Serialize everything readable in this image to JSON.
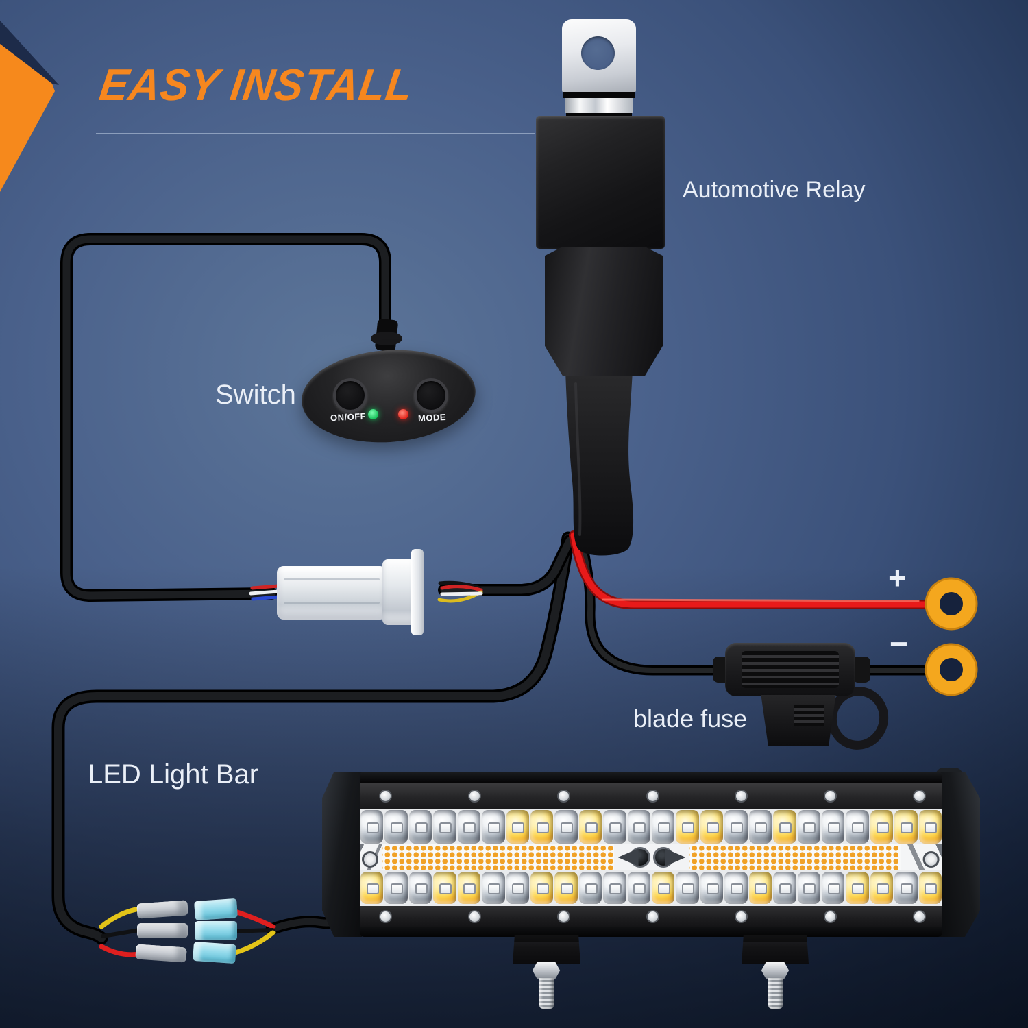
{
  "title": {
    "text": "EASY INSTALL",
    "color": "#f6871f"
  },
  "components": {
    "relay": {
      "label": "Automotive Relay"
    },
    "switch": {
      "label": "Switch",
      "button_left_label": "ON/OFF",
      "button_right_label": "MODE",
      "led_left_color": "#19c35c",
      "led_right_color": "#e2231a"
    },
    "connector": {
      "type": "2-pin quick connector"
    },
    "power": {
      "positive_symbol": "+",
      "negative_symbol": "−",
      "ring_terminal_color": "#f4a71e",
      "positive_wire_color": "#e81a1a",
      "negative_wire_color": "#0e0f11"
    },
    "fuse": {
      "label": "blade fuse"
    },
    "led_bar": {
      "label": "LED Light Bar",
      "top_row_cells": 24,
      "bottom_row_cells": 24,
      "amber_cells_top": [
        6,
        7,
        9,
        13,
        14,
        17,
        21,
        22,
        23
      ],
      "amber_cells_bottom": [
        0,
        3,
        4,
        7,
        8,
        12,
        16,
        20,
        21,
        23
      ],
      "screws_per_band": 7,
      "amber_color": "#f0a126"
    }
  }
}
